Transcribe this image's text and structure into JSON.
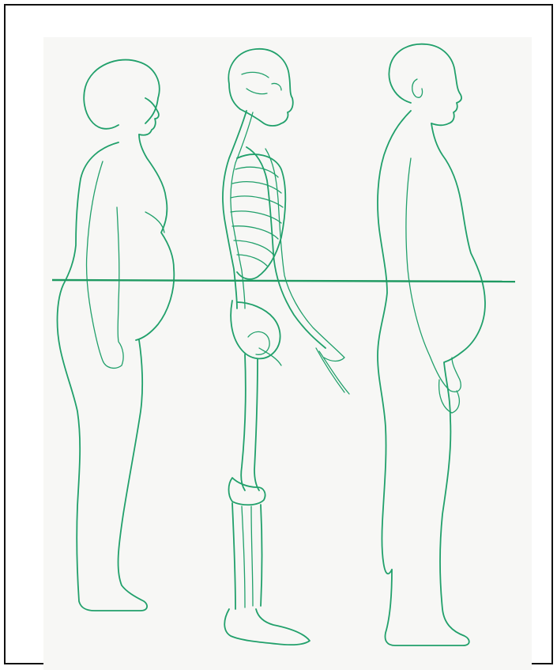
{
  "figure": {
    "line_color": "#21a06b",
    "panel_color": "#f7f7f5",
    "border_color": "#111111",
    "figures": [
      "female-silhouette",
      "skeleton",
      "male-silhouette"
    ]
  }
}
